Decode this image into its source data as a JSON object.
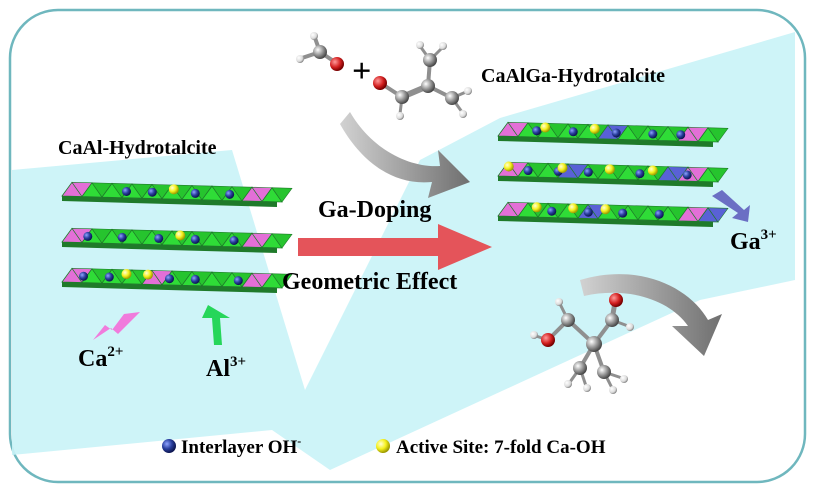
{
  "labels": {
    "left_title": "CaAl-Hydrotalcite",
    "right_title": "CaAlGa-Hydrotalcite",
    "arrow_top": "Ga-Doping",
    "arrow_bottom": "Geometric Effect",
    "ca_ion": "Ca",
    "ca_charge": "2+",
    "al_ion": "Al",
    "al_charge": "3+",
    "ga_ion": "Ga",
    "ga_charge": "3+",
    "plus_sign": "+"
  },
  "legend": {
    "interlayer_label": "Interlayer OH",
    "interlayer_charge": "-",
    "active_site_label": "Active Site: 7-fold Ca-OH"
  },
  "colors": {
    "frame_border": "#6fb7be",
    "cyan_band": "#c9f3f7",
    "sheet_green": "#2fdc37",
    "sheet_dark": "#1f7a2a",
    "ca_pink": "#e36fd7",
    "ga_blue": "#5961d6",
    "oh_blue": "#2a3f9e",
    "active_yellow": "#f5f11e",
    "main_arrow": "#e4545a",
    "gray_arrow": "#8c8c8c",
    "ca_arrow": "#f07bdc",
    "al_arrow": "#26d65a",
    "ga_arrow": "#6b6fc4",
    "oxygen_red": "#d32020",
    "carbon_gray": "#8f8f8f",
    "hydrogen_white": "#e8e8e8"
  }
}
